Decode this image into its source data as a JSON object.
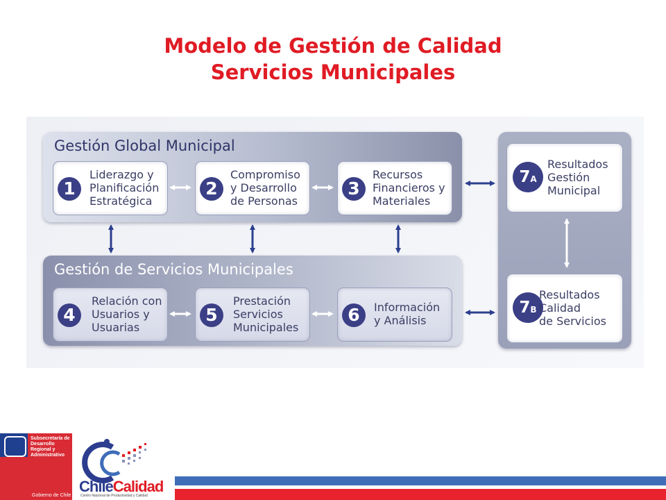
{
  "title": {
    "line1": "Modelo de Gestión de Calidad",
    "line2": "Servicios Municipales"
  },
  "diagram": {
    "global_panel": {
      "title": "Gestión Global Municipal",
      "boxes": [
        {
          "number": "1",
          "lines": [
            "Liderazgo y",
            "Planificación",
            "Estratégica"
          ]
        },
        {
          "number": "2",
          "lines": [
            "Compromiso",
            "y Desarrollo",
            "de Personas"
          ]
        },
        {
          "number": "3",
          "lines": [
            "Recursos",
            "Financieros y",
            "Materiales"
          ]
        }
      ]
    },
    "services_panel": {
      "title": "Gestión de Servicios Municipales",
      "boxes": [
        {
          "number": "4",
          "lines": [
            "Relación con",
            "Usuarios y",
            "Usuarias"
          ]
        },
        {
          "number": "5",
          "lines": [
            "Prestación",
            "Servicios",
            "Municipales"
          ]
        },
        {
          "number": "6",
          "lines": [
            "Información",
            "y Análisis"
          ]
        }
      ]
    },
    "results_panel": {
      "boxes": [
        {
          "number": "7",
          "sub": "A",
          "lines": [
            "Resultados",
            "Gestión",
            "Municipal"
          ]
        },
        {
          "number": "7",
          "sub": "B",
          "lines": [
            "Resultados",
            "Calidad",
            "de Servicios"
          ]
        }
      ]
    }
  },
  "footer": {
    "gob_text": "Subsecretaría de Desarrollo Regional y Administrativo",
    "gob_bottom": "Gobierno de Chile",
    "cc_name_part1": "Chile",
    "cc_name_part2": "Calidad",
    "cc_sub": "Centro Nacional de Productividad y Calidad"
  },
  "colors": {
    "title": "#e01b24",
    "badge": "#3a3f86",
    "arrow": "#2c3f8f",
    "footer_blue": "#3f6db8",
    "footer_red": "#e8232e"
  }
}
